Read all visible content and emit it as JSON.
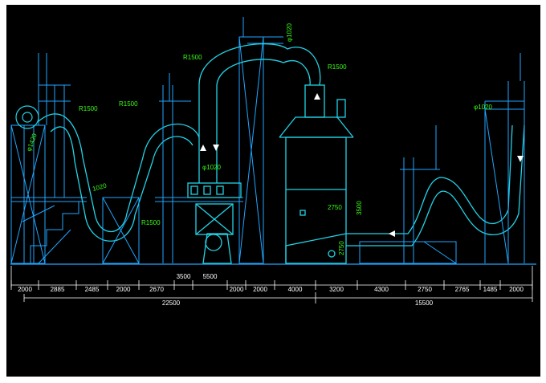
{
  "colors": {
    "background": "#000000",
    "steel": "#1fa6ff",
    "duct": "#22d3e6",
    "dimension": "#ffffff",
    "annotation": "#39ff14",
    "accent": "#ffff66"
  },
  "annotations": {
    "r_left_a": "R1500",
    "r_left_b": "R1500",
    "r_top_left": "R1500",
    "r_top_right": "R1500",
    "r_mid_low": "R1500",
    "dia_top": "φ1020",
    "dia_left": "φ1420",
    "dia_mid": "φ1020",
    "dia_duct": "1020",
    "dia_right": "φ1020",
    "tower_h1": "2750",
    "tower_h2": "3500",
    "tower_h3": "2750"
  },
  "dimensions": {
    "row1": [
      "2000",
      "2885",
      "2485",
      "2000",
      "2670",
      "3500",
      "5500",
      "2000",
      "2000",
      "4000",
      "3200",
      "4300",
      "2750",
      "2765",
      "1485",
      "2000"
    ],
    "total_left": "22500",
    "total_right": "15500"
  }
}
